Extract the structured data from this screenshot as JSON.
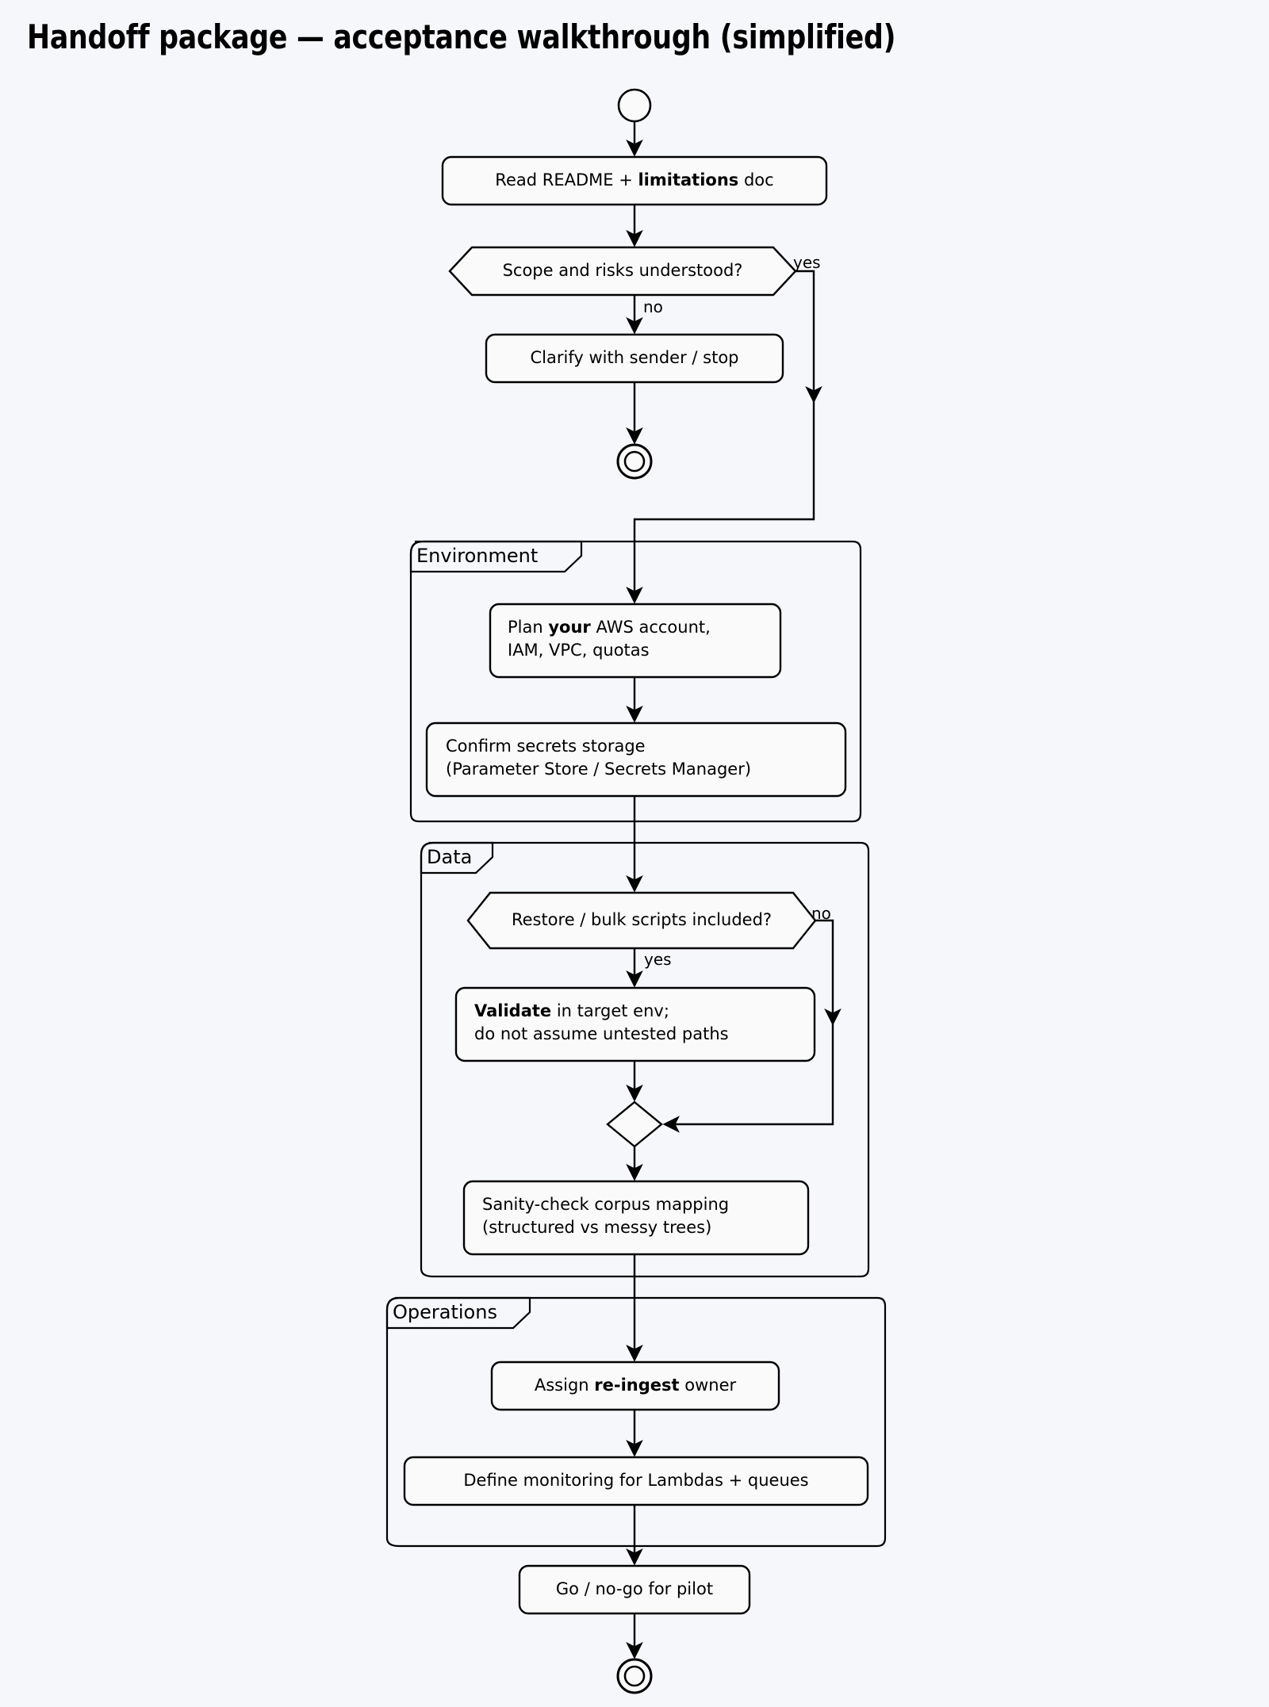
{
  "title": "Handoff package — acceptance walkthrough (simplified)",
  "colors": {
    "background": "#f6f7fb",
    "node_fill": "#fafafa",
    "stroke": "#000000",
    "text": "#000000"
  },
  "diagram": {
    "type": "activity-flowchart",
    "start_node": "start-circle",
    "end_nodes": [
      "end-circle-stop",
      "end-circle-final"
    ],
    "nodes": [
      {
        "id": "read-readme",
        "kind": "action",
        "lines": [
          "Read README + {b}limitations{/b} doc"
        ]
      },
      {
        "id": "scope-decision",
        "kind": "decision",
        "lines": [
          "Scope and risks understood?"
        ]
      },
      {
        "id": "clarify-sender",
        "kind": "action",
        "lines": [
          "Clarify with sender / stop"
        ]
      },
      {
        "id": "plan-aws",
        "kind": "action",
        "lines": [
          "Plan {b}your{/b} AWS account,",
          "IAM, VPC, quotas"
        ]
      },
      {
        "id": "confirm-secrets",
        "kind": "action",
        "lines": [
          "Confirm secrets storage",
          "(Parameter Store / Secrets Manager)"
        ]
      },
      {
        "id": "restore-decision",
        "kind": "decision",
        "lines": [
          "Restore / bulk scripts included?"
        ]
      },
      {
        "id": "validate-target",
        "kind": "action",
        "lines": [
          "{b}Validate{/b} in target env;",
          "do not assume untested paths"
        ]
      },
      {
        "id": "merge-diamond",
        "kind": "merge",
        "lines": []
      },
      {
        "id": "sanity-check",
        "kind": "action",
        "lines": [
          "Sanity-check corpus mapping",
          "(structured vs messy trees)"
        ]
      },
      {
        "id": "assign-owner",
        "kind": "action",
        "lines": [
          "Assign {b}re-ingest{/b} owner"
        ]
      },
      {
        "id": "define-monitoring",
        "kind": "action",
        "lines": [
          "Define monitoring for Lambdas + queues"
        ]
      },
      {
        "id": "go-no-go",
        "kind": "action",
        "lines": [
          "Go / no-go for pilot"
        ]
      }
    ],
    "partitions": [
      {
        "id": "partition-environment",
        "label": "Environment"
      },
      {
        "id": "partition-data",
        "label": "Data"
      },
      {
        "id": "partition-operations",
        "label": "Operations"
      }
    ],
    "edge_labels": [
      {
        "id": "scope-yes",
        "text": "yes"
      },
      {
        "id": "scope-no",
        "text": "no"
      },
      {
        "id": "restore-no",
        "text": "no"
      },
      {
        "id": "restore-yes",
        "text": "yes"
      }
    ]
  },
  "labels": {
    "node_read_readme_pre": "Read README + ",
    "node_read_readme_bold": "limitations",
    "node_read_readme_post": " doc",
    "node_scope_decision": "Scope and risks understood?",
    "node_clarify_sender": "Clarify with sender / stop",
    "node_plan_aws_pre": "Plan ",
    "node_plan_aws_bold": "your",
    "node_plan_aws_post": " AWS account,",
    "node_plan_aws_line2": "IAM, VPC, quotas",
    "node_confirm_secrets_line1": "Confirm secrets storage",
    "node_confirm_secrets_line2": "(Parameter Store / Secrets Manager)",
    "node_restore_decision": "Restore / bulk scripts included?",
    "node_validate_bold": "Validate",
    "node_validate_post": " in target env;",
    "node_validate_line2": "do not assume untested paths",
    "node_sanity_line1": "Sanity-check corpus mapping",
    "node_sanity_line2": "(structured vs messy trees)",
    "node_assign_pre": "Assign ",
    "node_assign_bold": "re-ingest",
    "node_assign_post": " owner",
    "node_define_monitoring": "Define monitoring for Lambdas + queues",
    "node_go_no_go": "Go / no-go for pilot",
    "partition_environment": "Environment",
    "partition_data": "Data",
    "partition_operations": "Operations",
    "edge_scope_yes": "yes",
    "edge_scope_no": "no",
    "edge_restore_no": "no",
    "edge_restore_yes": "yes"
  }
}
